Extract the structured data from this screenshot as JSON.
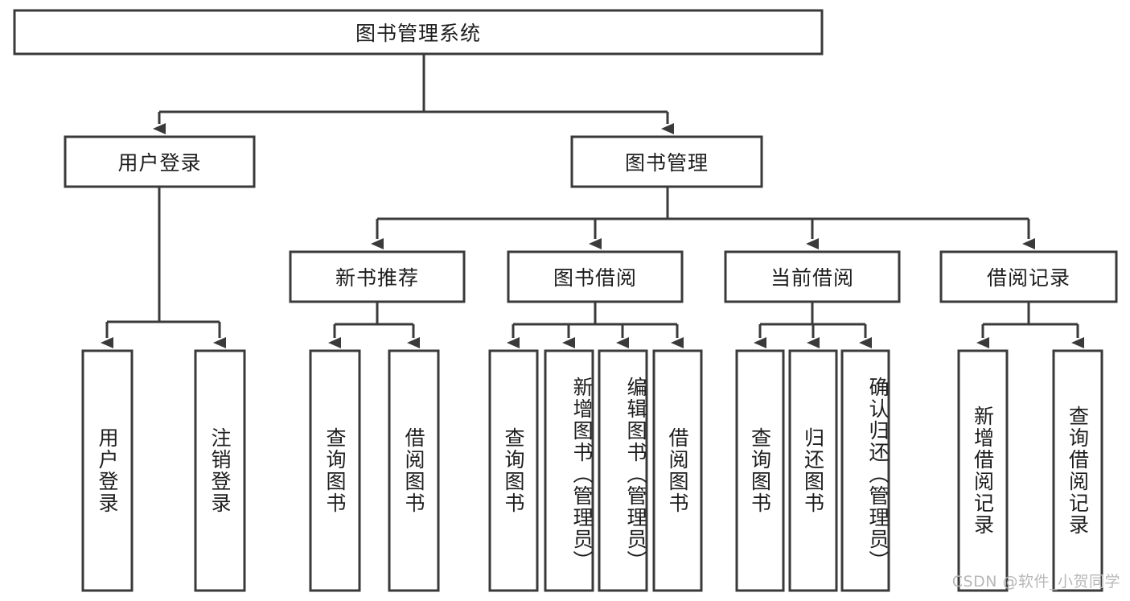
{
  "diagram": {
    "type": "tree-hierarchy",
    "title": "图书管理系统",
    "watermark": "CSDN @软件_小贺同学",
    "colors": {
      "stroke": "#3a3a3a",
      "fill": "#ffffff",
      "text": "#1d1d1d",
      "background": "#ffffff",
      "watermark": "#b8b8b8"
    },
    "root": {
      "label": "图书管理系统",
      "orientation": "horizontal"
    },
    "level2": [
      {
        "label": "用户登录",
        "orientation": "horizontal"
      },
      {
        "label": "图书管理",
        "orientation": "horizontal"
      }
    ],
    "level3": [
      {
        "label": "新书推荐",
        "orientation": "horizontal"
      },
      {
        "label": "图书借阅",
        "orientation": "horizontal"
      },
      {
        "label": "当前借阅",
        "orientation": "horizontal"
      },
      {
        "label": "借阅记录",
        "orientation": "horizontal"
      }
    ],
    "leaves": {
      "user_login": [
        {
          "label": "用户登录",
          "orientation": "vertical"
        },
        {
          "label": "注销登录",
          "orientation": "vertical"
        }
      ],
      "new_book_recommend": [
        {
          "label": "查询图书",
          "orientation": "vertical"
        },
        {
          "label": "借阅图书",
          "orientation": "vertical"
        }
      ],
      "book_borrow": [
        {
          "label": "查询图书",
          "orientation": "vertical"
        },
        {
          "label": "新增图书（管理员）",
          "orientation": "vertical"
        },
        {
          "label": "编辑图书（管理员）",
          "orientation": "vertical"
        },
        {
          "label": "借阅图书",
          "orientation": "vertical"
        }
      ],
      "current_borrow": [
        {
          "label": "查询图书",
          "orientation": "vertical"
        },
        {
          "label": "归还图书",
          "orientation": "vertical"
        },
        {
          "label": "确认归还（管理员）",
          "orientation": "vertical"
        }
      ],
      "borrow_record": [
        {
          "label": "新增借阅记录",
          "orientation": "vertical"
        },
        {
          "label": "查询借阅记录",
          "orientation": "vertical"
        }
      ]
    }
  }
}
